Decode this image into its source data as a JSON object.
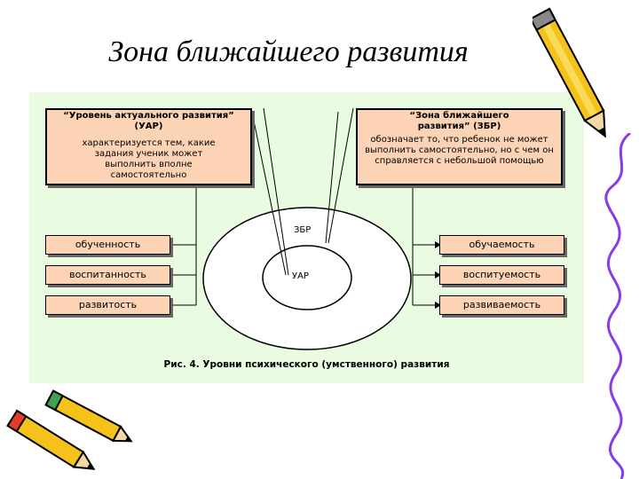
{
  "title": "Зона ближайшего развития",
  "left_box": {
    "heading": "“Уровень актуального развития” (УАР)",
    "text": "характеризуется тем, какие задания ученик может выполнить вполне самостоятельно"
  },
  "right_box": {
    "heading": "“Зона ближайшего развития” (ЗБР)",
    "text": "обозначает то, что ребенок не может выполнить самостоятельно, но с чем он справляется с небольшой помощью"
  },
  "left_items": [
    "обученность",
    "воспитанность",
    "развитость"
  ],
  "right_items": [
    "обучаемость",
    "воспитуемость",
    "развиваемость"
  ],
  "outer_label": "ЗБР",
  "inner_label": "УАР",
  "caption": "Рис. 4. Уровни психического (умственного) развития",
  "colors": {
    "box_fill": "#fcd3b5",
    "panel_bg": "#e9fbe0"
  },
  "decorations": [
    "pencil-icon",
    "pencil-icon",
    "pencil-icon",
    "wavy-line"
  ]
}
